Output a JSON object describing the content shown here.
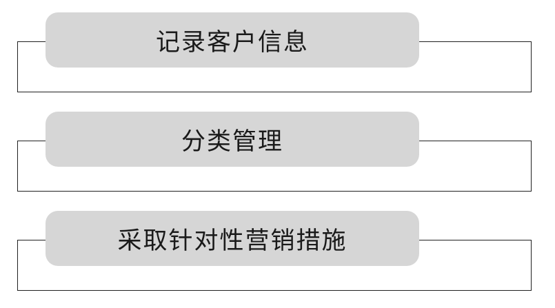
{
  "steps": [
    {
      "label": "记录客户信息"
    },
    {
      "label": "分类管理"
    },
    {
      "label": "采取针对性营销措施"
    }
  ],
  "colors": {
    "pill_fill": "#d6d6d6",
    "frame_stroke": "#1f1f1f",
    "text": "#1a1a1a",
    "background": "#ffffff"
  }
}
